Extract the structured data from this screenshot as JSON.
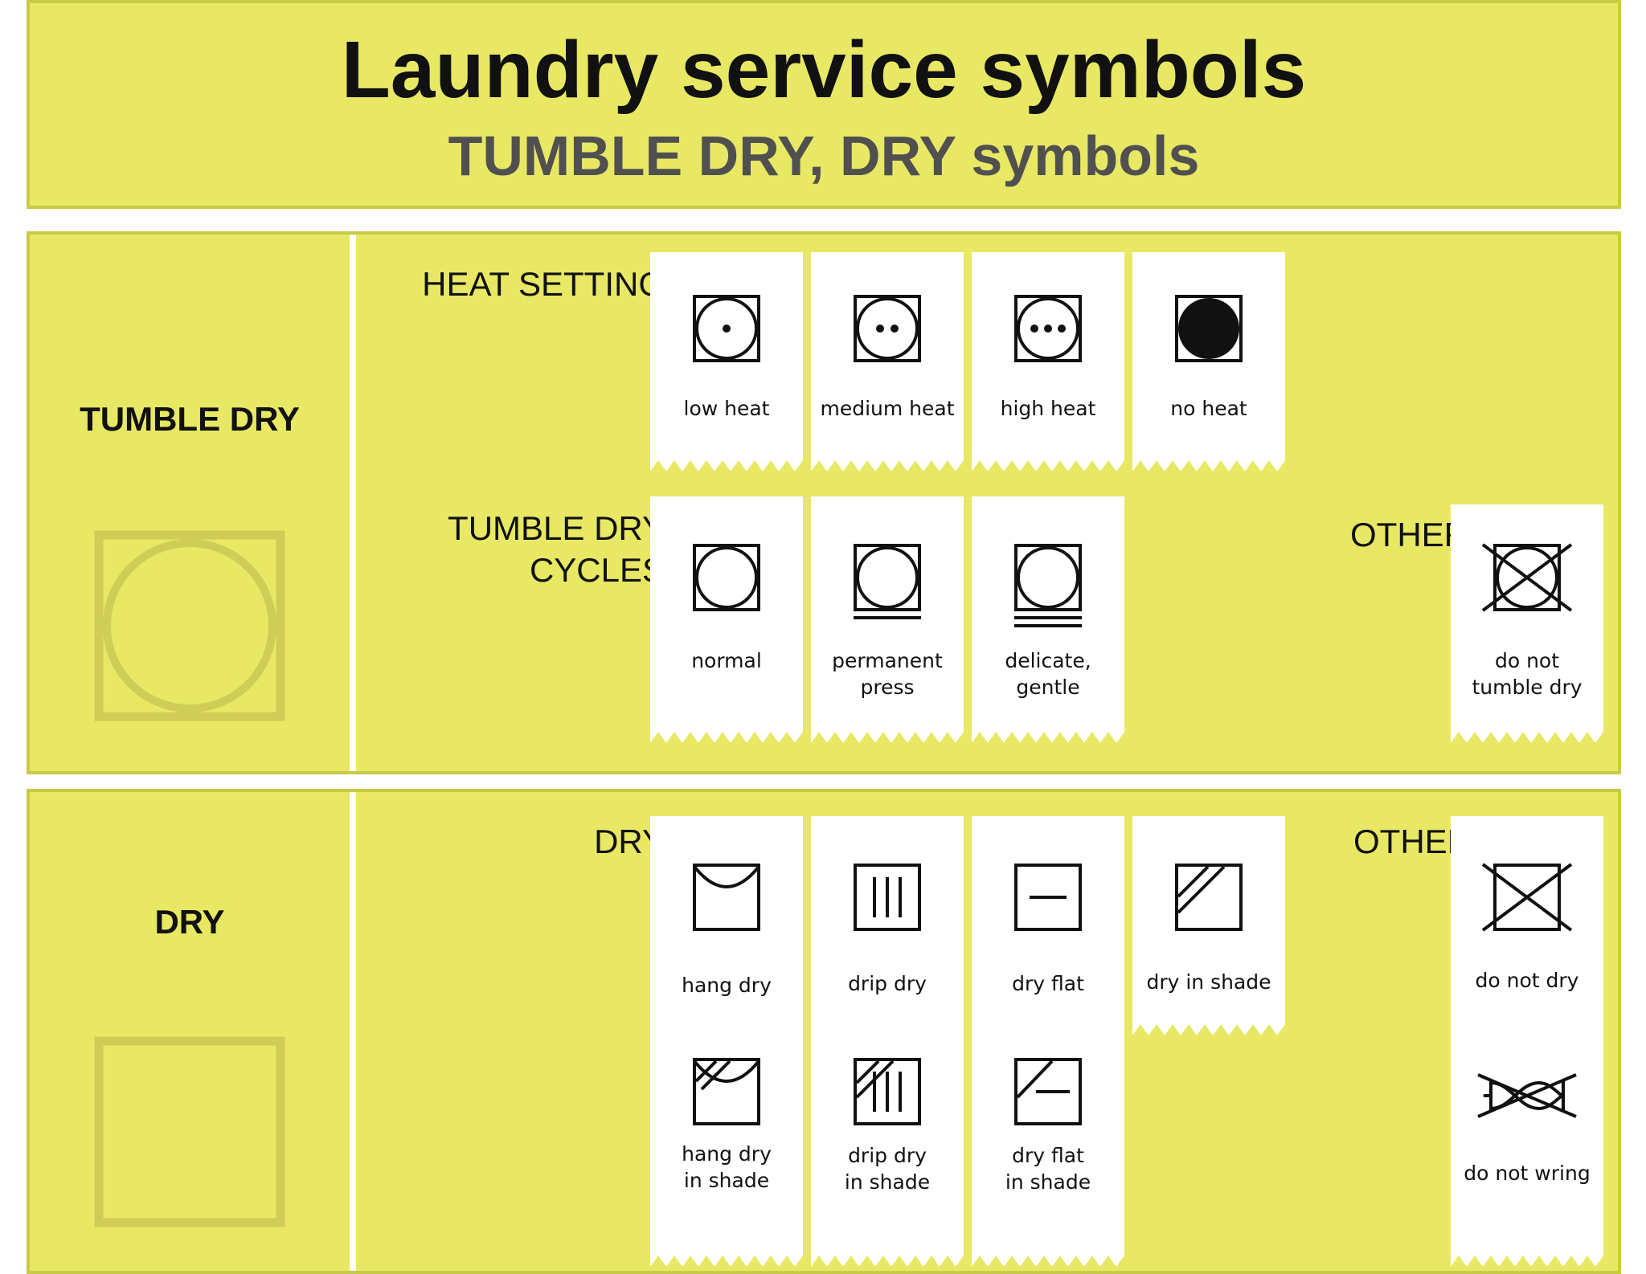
{
  "header": {
    "title": "Laundry service symbols",
    "subtitle": "TUMBLE DRY, DRY symbols"
  },
  "tumble_dry": {
    "side_title": "TUMBLE DRY",
    "heat_setting": {
      "label": "HEAT SETTING",
      "items": [
        {
          "icon": "tumble-dry-low-heat-icon",
          "label": "low heat"
        },
        {
          "icon": "tumble-dry-medium-heat-icon",
          "label": "medium heat"
        },
        {
          "icon": "tumble-dry-high-heat-icon",
          "label": "high heat"
        },
        {
          "icon": "tumble-dry-no-heat-icon",
          "label": "no heat"
        }
      ]
    },
    "cycles": {
      "label_line1": "TUMBLE DRY",
      "label_line2": "CYCLES",
      "items": [
        {
          "icon": "tumble-dry-normal-icon",
          "label": "normal"
        },
        {
          "icon": "tumble-dry-permanent-press-icon",
          "label_line1": "permanent",
          "label_line2": "press"
        },
        {
          "icon": "tumble-dry-delicate-icon",
          "label_line1": "delicate,",
          "label_line2": "gentle"
        }
      ]
    },
    "other": {
      "label": "OTHER",
      "items": [
        {
          "icon": "do-not-tumble-dry-icon",
          "label_line1": "do not",
          "label_line2": "tumble dry"
        }
      ]
    }
  },
  "dry": {
    "side_title": "DRY",
    "dry_group": {
      "label": "DRY",
      "items": [
        {
          "icon": "hang-dry-icon",
          "label": "hang dry"
        },
        {
          "icon": "drip-dry-icon",
          "label": "drip dry"
        },
        {
          "icon": "dry-flat-icon",
          "label": "dry flat"
        },
        {
          "icon": "dry-in-shade-icon",
          "label": "dry in shade"
        },
        {
          "icon": "hang-dry-in-shade-icon",
          "label_line1": "hang dry",
          "label_line2": "in shade"
        },
        {
          "icon": "drip-dry-in-shade-icon",
          "label_line1": "drip dry",
          "label_line2": "in shade"
        },
        {
          "icon": "dry-flat-in-shade-icon",
          "label_line1": "dry flat",
          "label_line2": "in shade"
        }
      ]
    },
    "other": {
      "label": "OTHER",
      "items": [
        {
          "icon": "do-not-dry-icon",
          "label": "do not dry"
        },
        {
          "icon": "do-not-wring-icon",
          "label": "do not wring"
        }
      ]
    }
  },
  "colors": {
    "panel": "#e8e865",
    "panel_border": "#c9c94a",
    "ghost_icon": "#cfcd55",
    "ink": "#111111"
  }
}
